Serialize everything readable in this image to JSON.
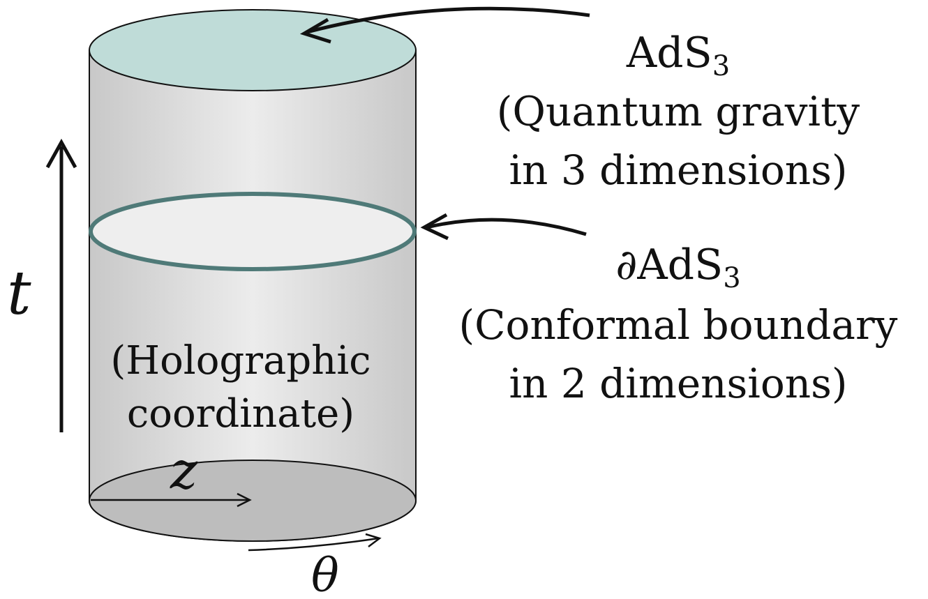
{
  "time_axis": {
    "label": "t"
  },
  "radial_axis": {
    "label": "z"
  },
  "angle_axis": {
    "label": "θ"
  },
  "bulk_label": {
    "line1": "(Holographic",
    "line2": "coordinate)"
  },
  "ads3_label": {
    "name": "AdS",
    "subscript": "3",
    "line2": "(Quantum gravity",
    "line3": "in 3 dimensions)"
  },
  "boundary_label": {
    "name": "∂AdS",
    "subscript": "3",
    "line2": "(Conformal boundary",
    "line3": "in 2 dimensions)"
  },
  "colors": {
    "top_cap": "#bfdcd8",
    "cylinder_edge": "#cfcfcf",
    "cylinder_center": "#eeeeee",
    "slice_fill": "#eeeeee",
    "slice_stroke": "#4f7a78",
    "bottom_cap": "#bdbdbd",
    "ink": "#111111"
  }
}
